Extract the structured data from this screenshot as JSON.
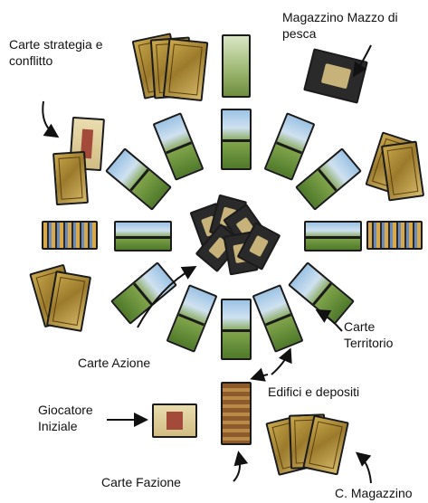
{
  "labels": {
    "magazzino_mazzo": "Magazzino Mazzo di pesca",
    "carte_strategia": "Carte strategia e conflitto",
    "carte_azione": "Carte Azione",
    "carte_territorio": "Carte Territorio",
    "edifici_depositi": "Edifici e depositi",
    "giocatore_iniziale": "Giocatore Iniziale",
    "carte_fazione": "Carte Fazione",
    "c_magazzino": "C. Magazzino"
  }
}
